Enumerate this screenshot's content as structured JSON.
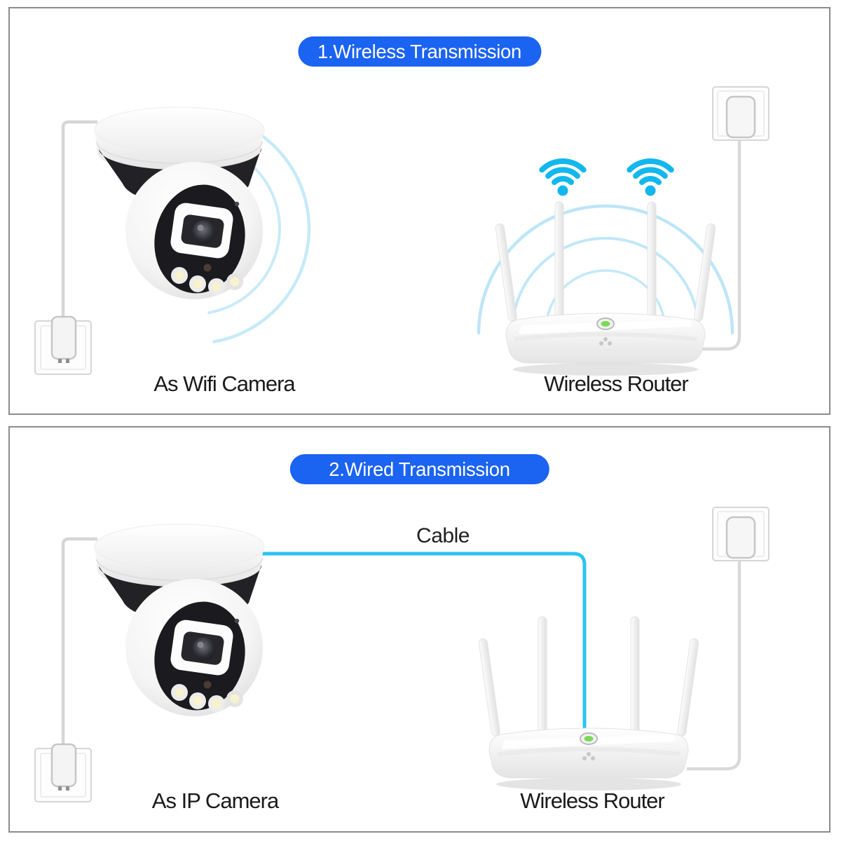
{
  "colors": {
    "pill_blue": "#1b63f1",
    "pill_text": "#ffffff",
    "wifi_icon_cyan": "#12b7ee",
    "cable_cyan": "#2cc3f4",
    "signal_arc_cyan": "#bde6f7",
    "panel_border_gray": "#8c8c8c",
    "label_text": "#1a1a1a",
    "router_led_green": "#7ed957"
  },
  "panels": [
    {
      "title": "1.Wireless Transmission",
      "camera_label": "As Wifi Camera",
      "router_label": "Wireless Router",
      "illustrations": [
        "dome wifi camera",
        "wifi signal icons",
        "signal arcs",
        "wireless router",
        "wall plug",
        "power outlet"
      ]
    },
    {
      "title": "2.Wired Transmission",
      "cable_label": "Cable",
      "camera_label": "As IP Camera",
      "router_label": "Wireless Router",
      "illustrations": [
        "dome ip camera",
        "network cable",
        "wireless router",
        "wall plug",
        "power outlet"
      ]
    }
  ]
}
